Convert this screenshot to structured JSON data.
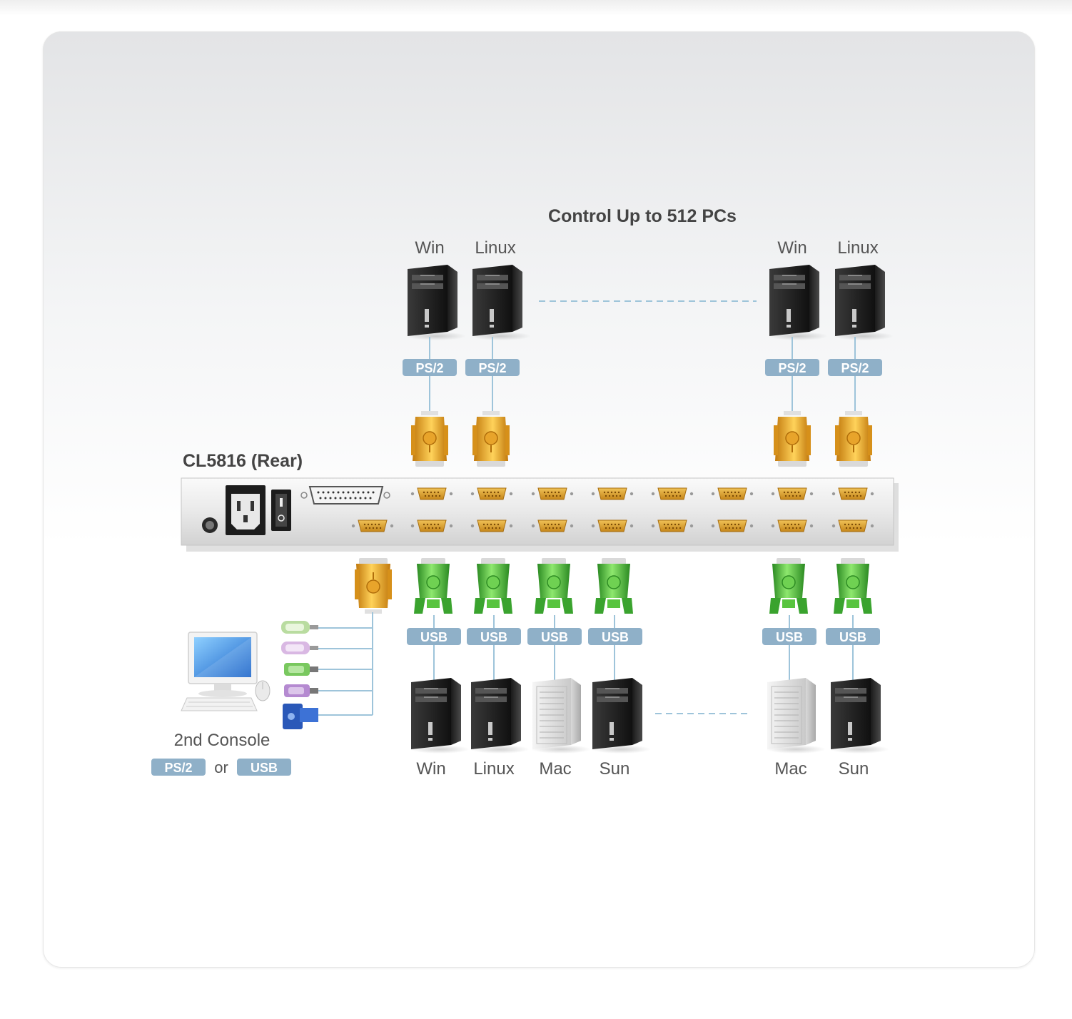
{
  "diagram": {
    "title": "Control Up to 512 PCs",
    "device_label": "CL5816 (Rear)",
    "second_console": {
      "label": "2nd Console",
      "or_text": "or",
      "badge_ps2": "PS/2",
      "badge_usb": "USB"
    },
    "top_computers": [
      {
        "os": "Win",
        "interface": "PS/2"
      },
      {
        "os": "Linux",
        "interface": "PS/2"
      },
      {
        "os": "Win",
        "interface": "PS/2"
      },
      {
        "os": "Linux",
        "interface": "PS/2"
      }
    ],
    "bottom_computers": [
      {
        "os": "Win",
        "interface": "USB",
        "case": "black"
      },
      {
        "os": "Linux",
        "interface": "USB",
        "case": "black"
      },
      {
        "os": "Mac",
        "interface": "USB",
        "case": "silver"
      },
      {
        "os": "Sun",
        "interface": "USB",
        "case": "black"
      },
      {
        "os": "Mac",
        "interface": "USB",
        "case": "silver"
      },
      {
        "os": "Sun",
        "interface": "USB",
        "case": "black"
      }
    ],
    "icons": [
      "pc-tower-icon",
      "mac-pro-icon",
      "ps2-connector-icon",
      "usb-connector-icon",
      "vga-port-icon",
      "power-socket-icon",
      "power-switch-icon",
      "desktop-monitor-icon",
      "keyboard-icon",
      "mouse-icon",
      "audio-plug-icon"
    ],
    "colors": {
      "badge": "#8fb0c8",
      "ps2_cable": "#e5a321",
      "usb_cable": "#49b83d",
      "line": "#9ec4da",
      "text": "#444444"
    }
  }
}
